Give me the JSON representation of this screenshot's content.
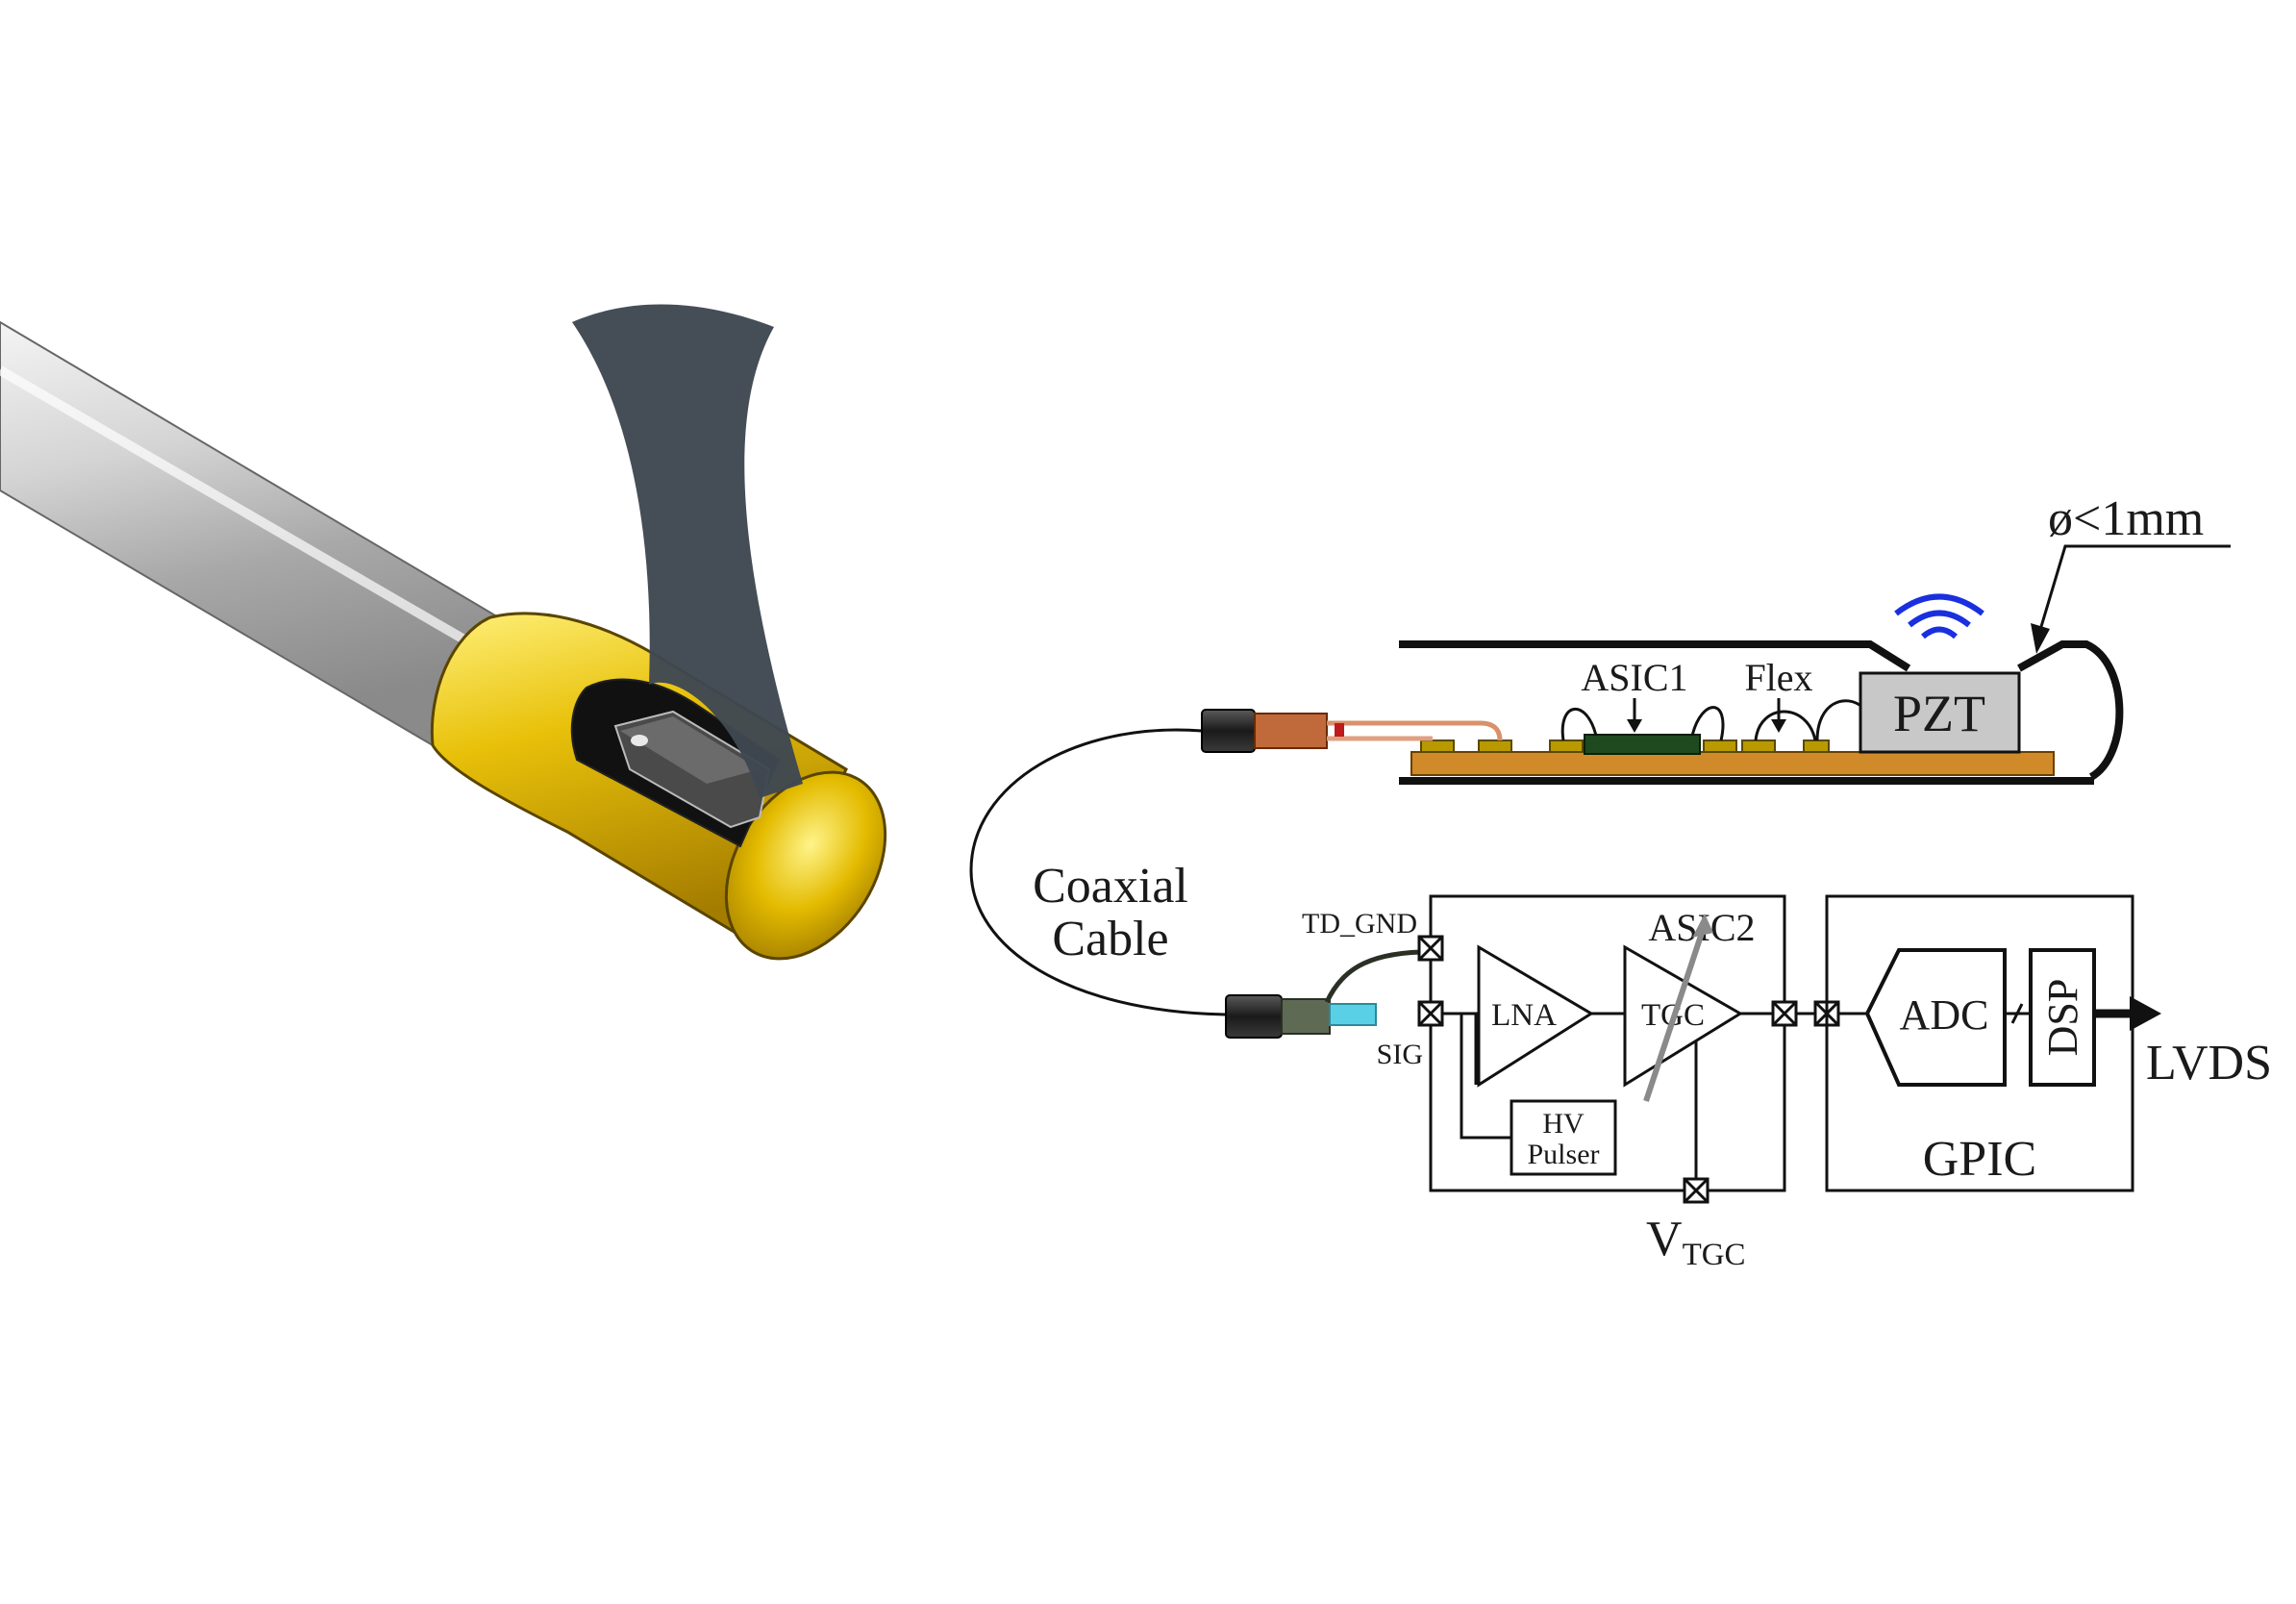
{
  "labels": {
    "diameter": "ø<1mm",
    "asic1": "ASIC1",
    "flex": "Flex",
    "pzt": "PZT",
    "coax_line1": "Coaxial",
    "coax_line2": "Cable",
    "td_gnd": "TD_GND",
    "sig": "SIG",
    "asic2": "ASIC2",
    "lna": "LNA",
    "tgc": "TGC",
    "hv_line1": "HV",
    "hv_line2": "Pulser",
    "v_main": "V",
    "v_sub": "TGC",
    "adc": "ADC",
    "dsp": "DSP",
    "gpic": "GPIC",
    "lvds": "LVDS"
  },
  "colors": {
    "tube_silver": "#c9c9c9",
    "gold": "#e2b500",
    "beam": "#3f4852",
    "pcb": "#d08a2a",
    "asic_chip": "#1f4a1f",
    "wave": "#1a2fe0",
    "pzt_fill": "#c8c8c8",
    "sig_wire": "#5ad0e6"
  },
  "icons": [
    "ultrasound-wave-icon",
    "crossed-box-terminal-icon",
    "arrow-icon"
  ]
}
